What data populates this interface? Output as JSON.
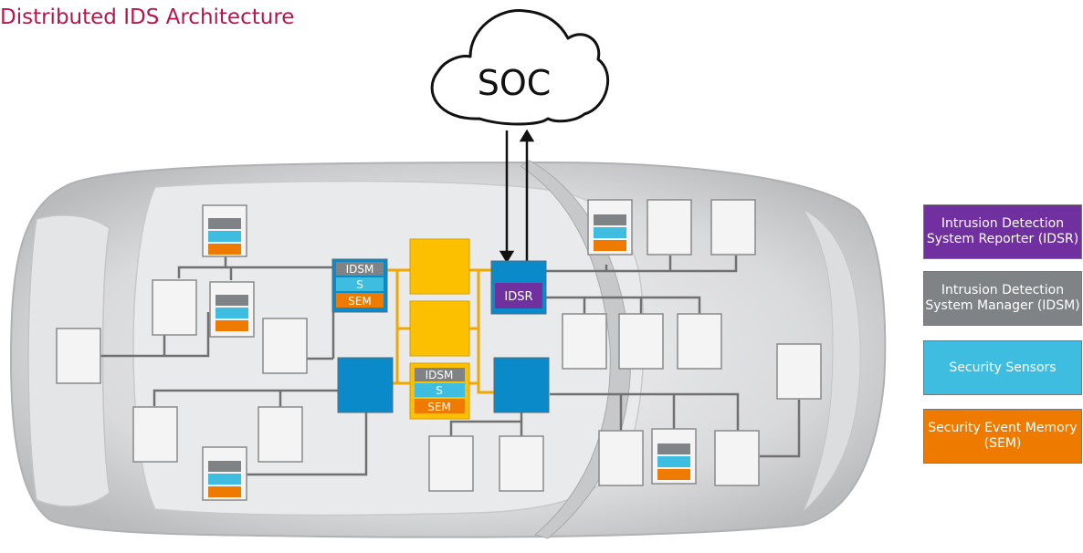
{
  "title": "Distributed IDS Architecture",
  "cloud_label": "SOC",
  "labels": {
    "idsm": "IDSM",
    "s": "S",
    "sem": "SEM",
    "idsr": "IDSR"
  },
  "legend": [
    {
      "key": "idsr",
      "text": "Intrusion Detection System Reporter (IDSR)",
      "color": "#7030a0"
    },
    {
      "key": "idsm",
      "text": "Intrusion Detection System Manager (IDSM)",
      "color": "#7f8385"
    },
    {
      "key": "s",
      "text": "Security Sensors",
      "color": "#3fbde0"
    },
    {
      "key": "sem",
      "text": "Security Event Memory (SEM)",
      "color": "#ee7b00"
    }
  ],
  "colors": {
    "title": "#b5174a",
    "gateway": "#0a8ac8",
    "switch": "#fcc000",
    "bus_orange": "#f0a800",
    "bus_gray": "#707070",
    "ecu_fill": "#f4f4f4"
  }
}
